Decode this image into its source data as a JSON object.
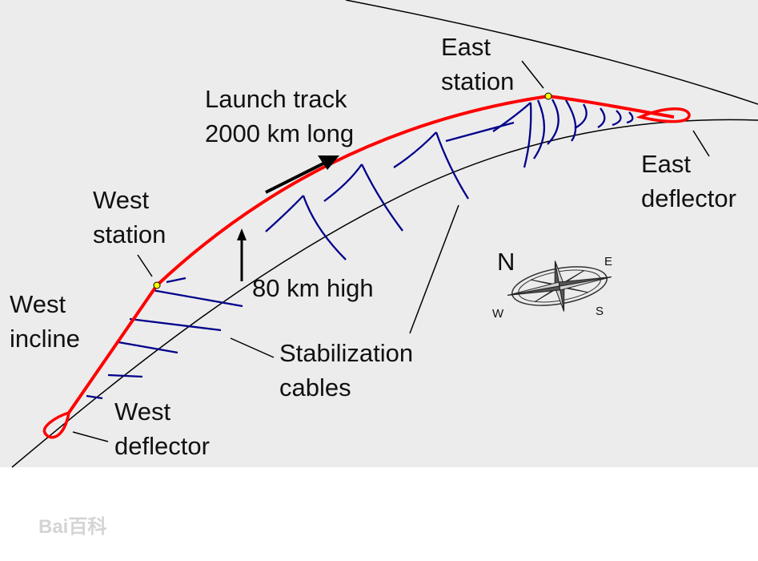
{
  "labels": {
    "launch_track_line1": "Launch track",
    "launch_track_line2": "2000 km long",
    "east_station_line1": "East",
    "east_station_line2": "station",
    "west_station_line1": "West",
    "west_station_line2": "station",
    "west_incline_line1": "West",
    "west_incline_line2": "incline",
    "height": "80 km high",
    "stabilization_line1": "Stabilization",
    "stabilization_line2": "cables",
    "east_deflector_line1": "East",
    "east_deflector_line2": "deflector",
    "west_deflector_line1": "West",
    "west_deflector_line2": "deflector"
  },
  "compass": {
    "north": "N",
    "east": "E",
    "south": "S",
    "west": "W"
  },
  "watermark": "Bai百科",
  "colors": {
    "background": "#ececec",
    "track": "#ff0000",
    "cables": "#00008b",
    "station_marker": "#ffff00",
    "outline": "#000000"
  }
}
